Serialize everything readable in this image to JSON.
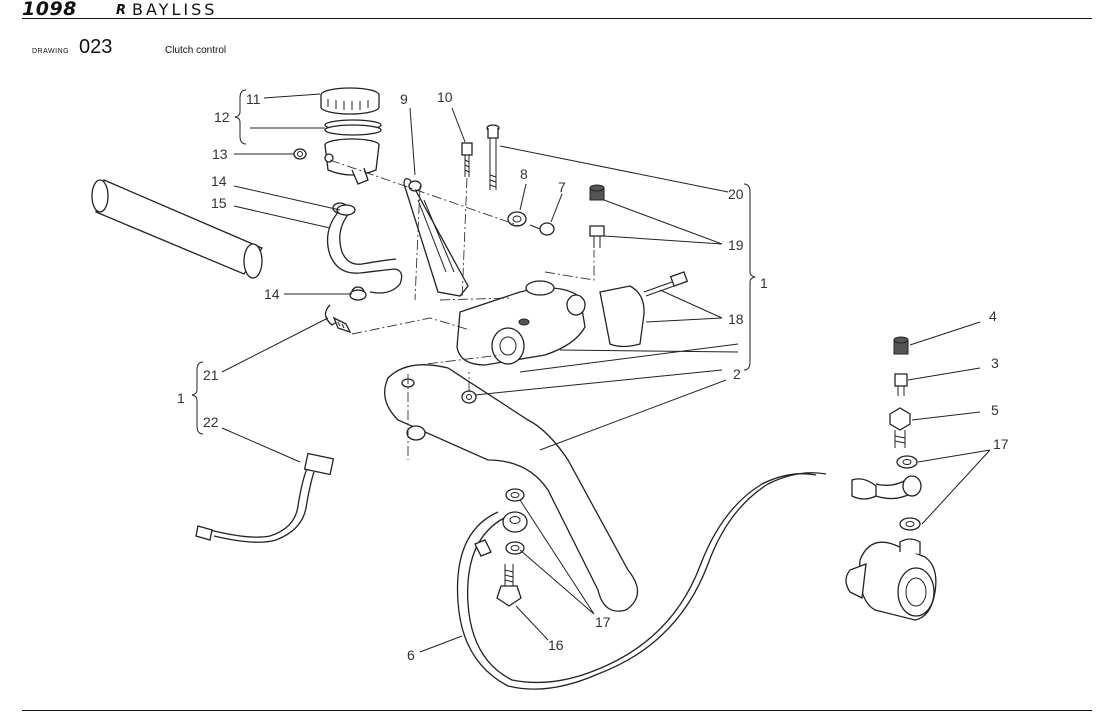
{
  "header": {
    "model": "1098",
    "model_suffix": "R",
    "model_name": "BAYLISS"
  },
  "drawing": {
    "label": "DRAWING",
    "number": "023",
    "title": "Clutch control"
  },
  "callouts": {
    "c1": "1",
    "c1b": "1",
    "c2": "2",
    "c3": "3",
    "c4": "4",
    "c5": "5",
    "c6": "6",
    "c7": "7",
    "c8": "8",
    "c9": "9",
    "c10": "10",
    "c11": "11",
    "c12": "12",
    "c13": "13",
    "c14a": "14",
    "c14b": "14",
    "c15": "15",
    "c16": "16",
    "c17a": "17",
    "c17b": "17",
    "c18": "18",
    "c19": "19",
    "c20": "20",
    "c21": "21",
    "c22": "22"
  }
}
